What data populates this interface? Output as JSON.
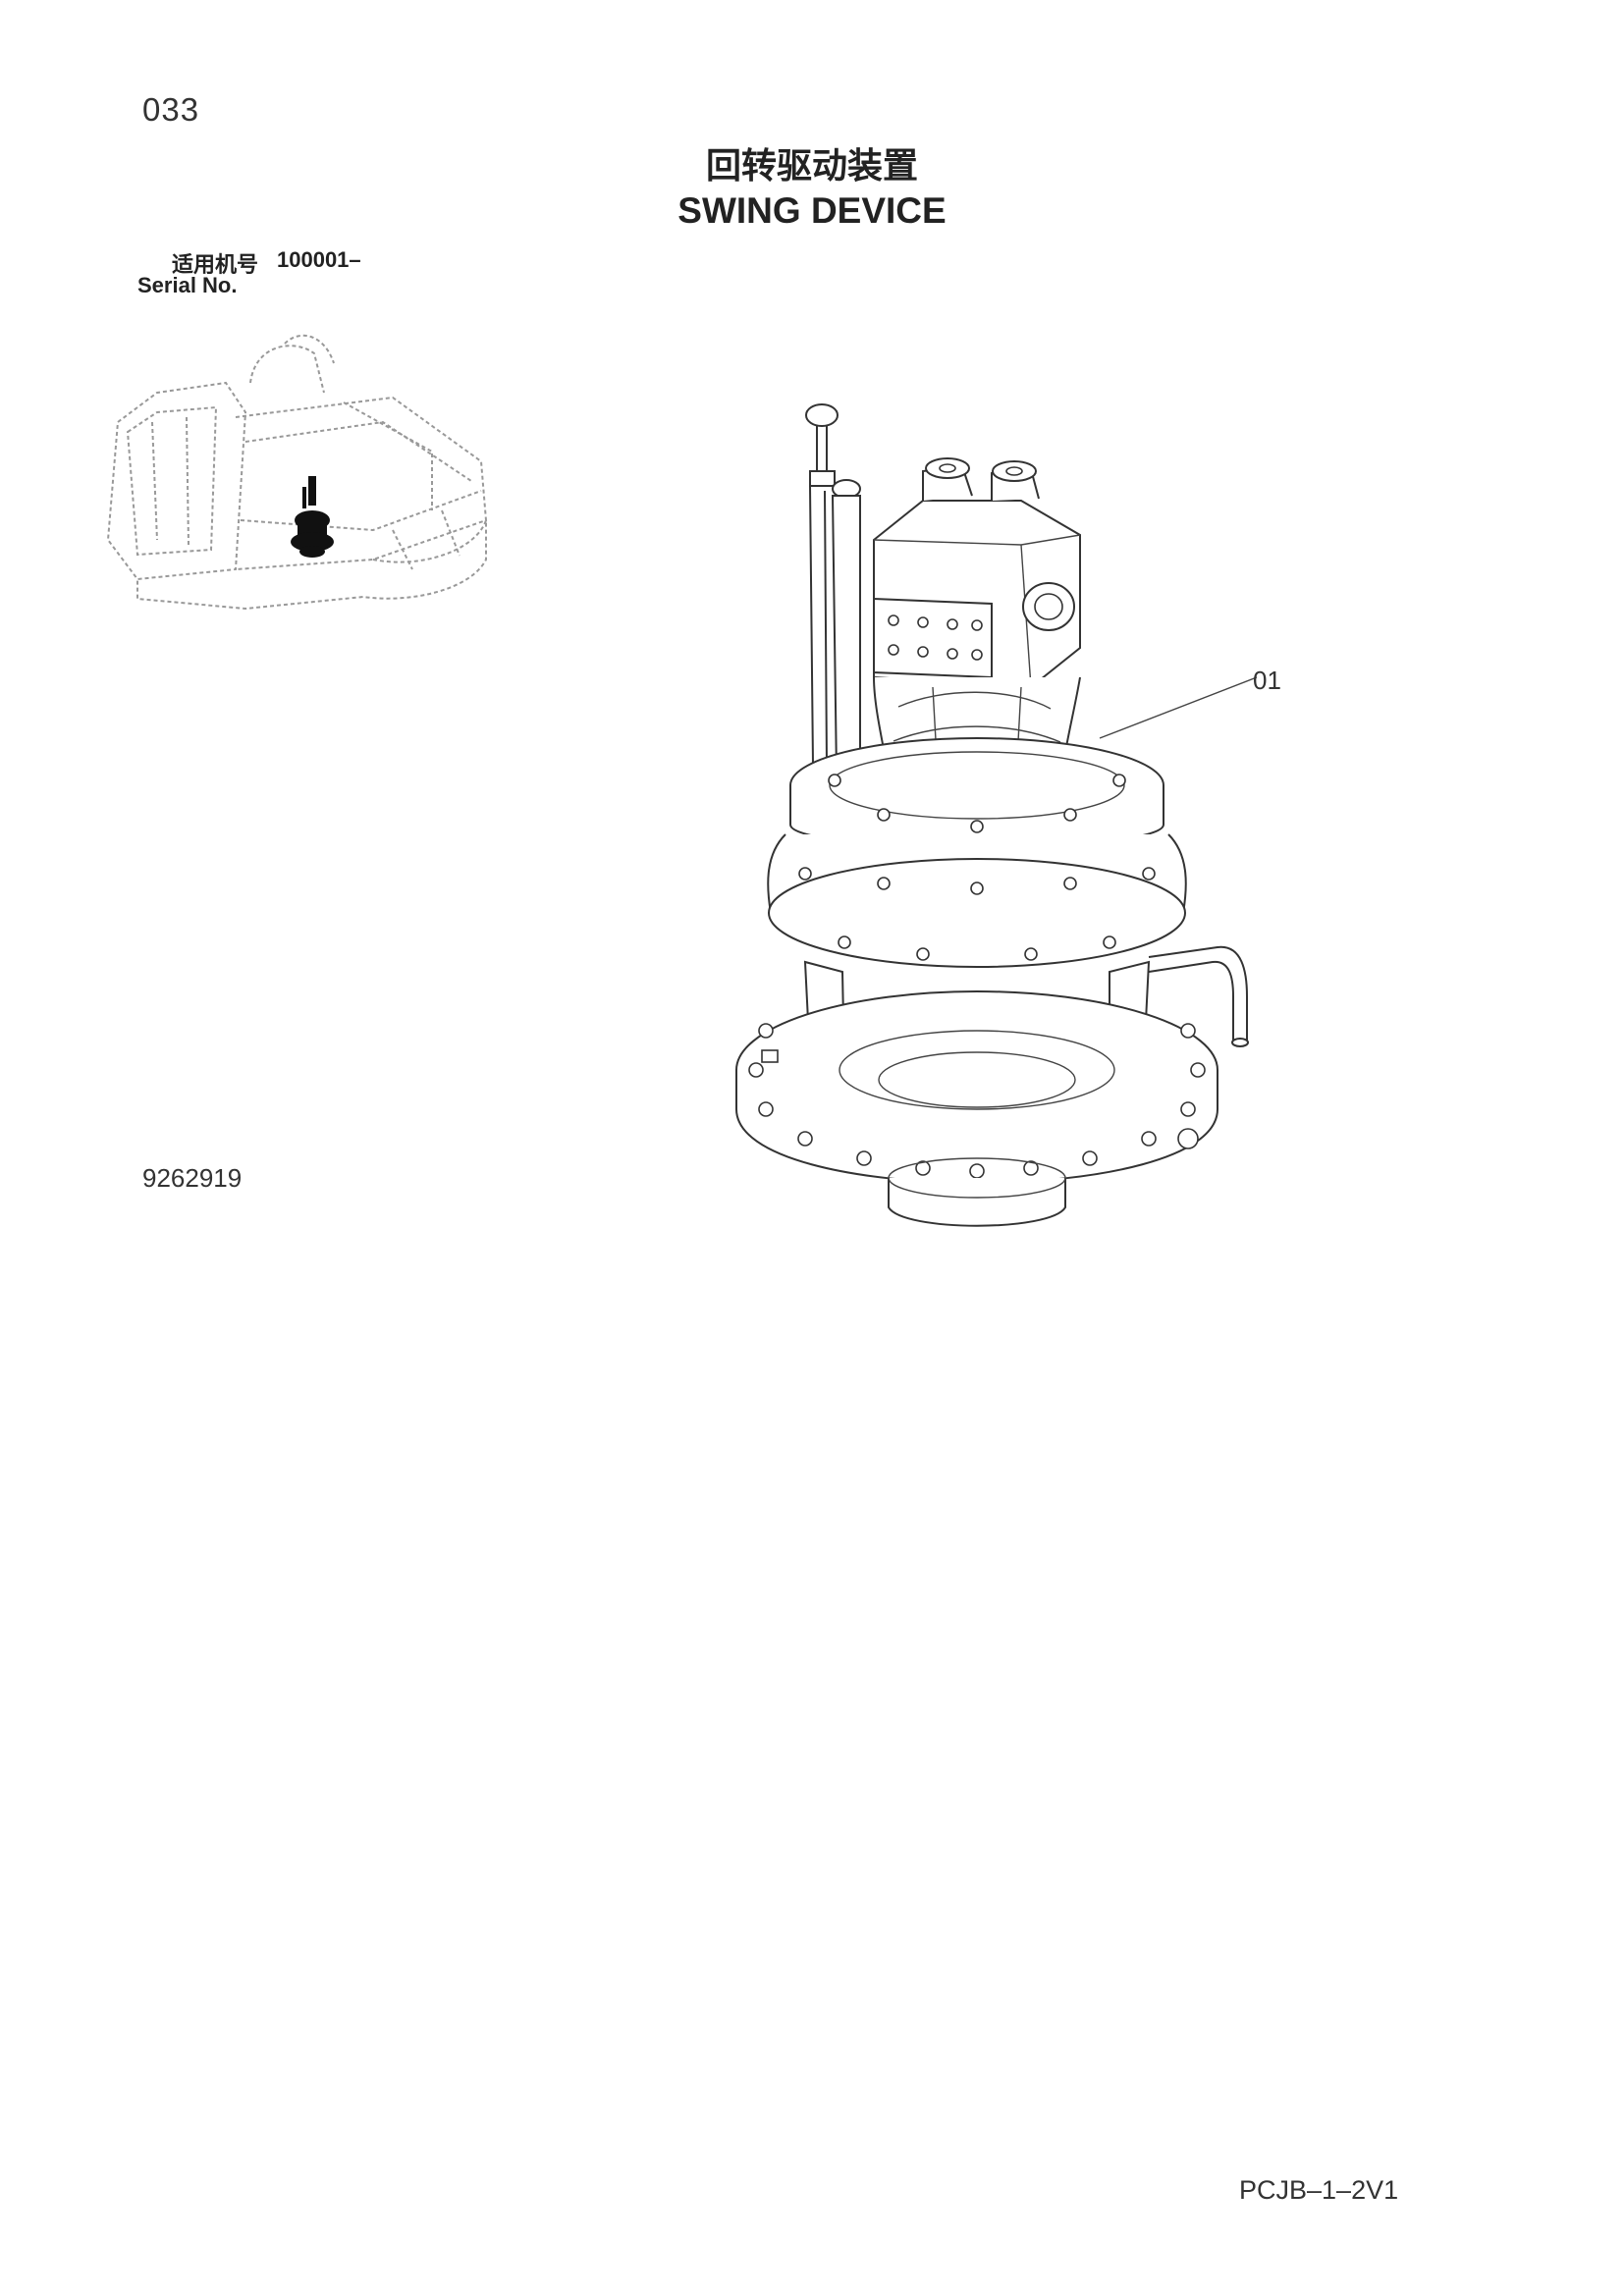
{
  "header": {
    "page_number": "033",
    "title_cn": "回转驱动装置",
    "title_en": "SWING DEVICE"
  },
  "serial": {
    "label_cn": "适用机号",
    "value": "100001–",
    "label_en": "Serial No."
  },
  "figure": {
    "callout": "01",
    "drawing_number": "9262919"
  },
  "footer": {
    "doc_code": "PCJB–1–2V1"
  }
}
